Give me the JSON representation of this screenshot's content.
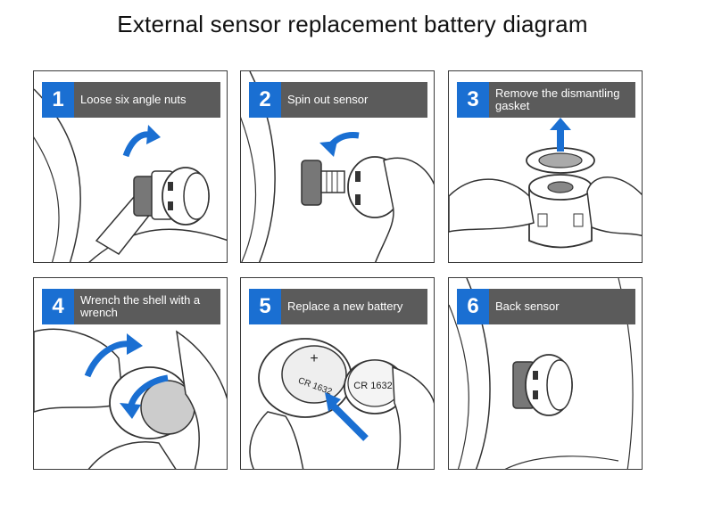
{
  "title": "External sensor replacement battery diagram",
  "steps": [
    {
      "number": "1",
      "label": "Loose six angle nuts"
    },
    {
      "number": "2",
      "label": "Spin out sensor"
    },
    {
      "number": "3",
      "label": "Remove the dismantling gasket"
    },
    {
      "number": "4",
      "label": "Wrench the shell with a wrench"
    },
    {
      "number": "5",
      "label": "Replace a new battery"
    },
    {
      "number": "6",
      "label": "Back sensor"
    }
  ],
  "battery_text": {
    "coin": "CR 1632",
    "slot": "CR 1632",
    "plus": "+"
  },
  "colors": {
    "accent": "#1a6fd2",
    "label_bg": "#5b5b5b",
    "arrow": "#1a6fd2"
  }
}
